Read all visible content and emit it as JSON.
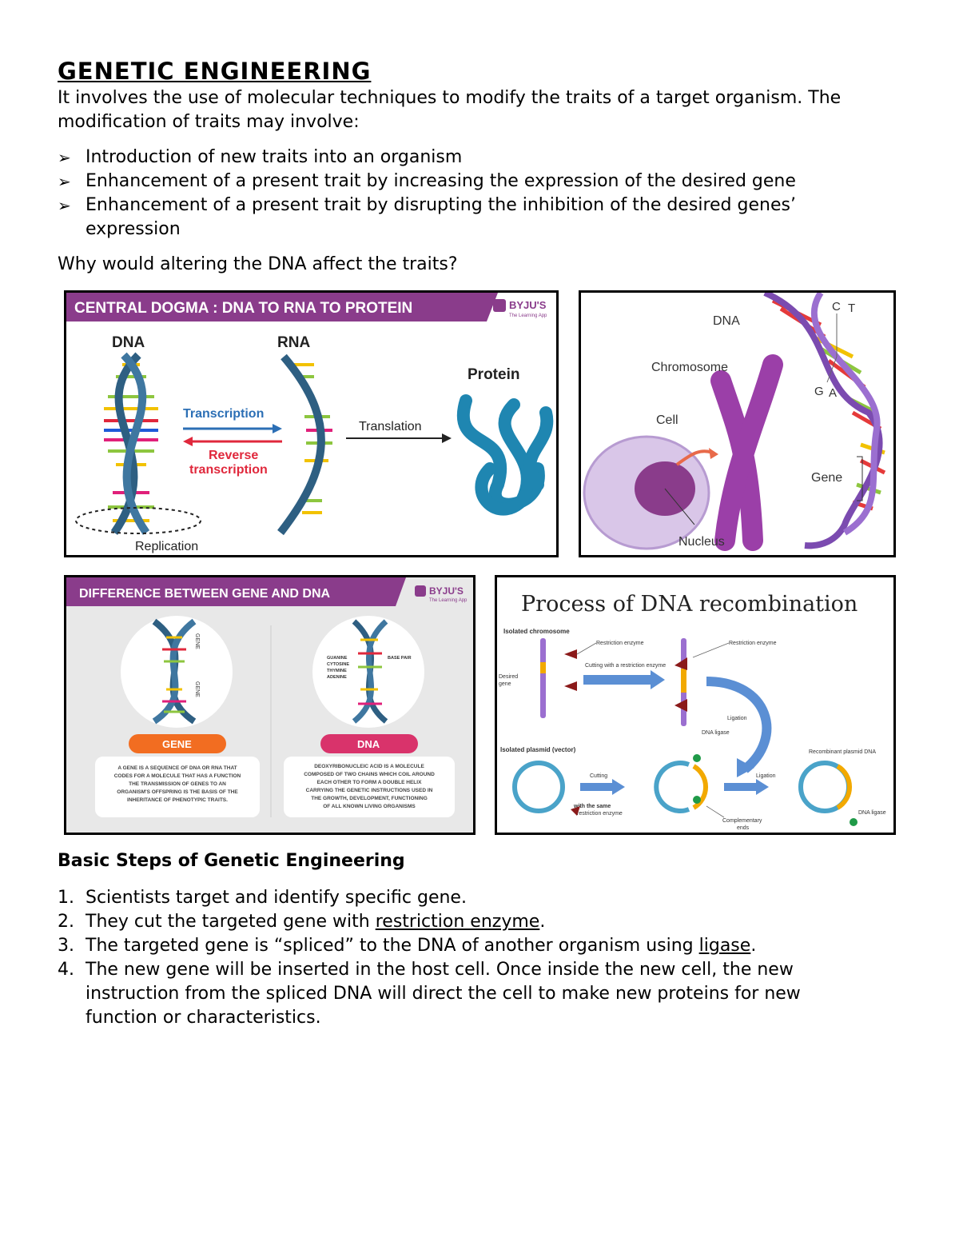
{
  "title": "GENETIC ENGINEERING",
  "intro_line1": "It involves the use of molecular techniques to modify the traits of a target organism. The",
  "intro_line2": "modification of traits may involve:",
  "bullets": [
    "Introduction of new traits into an organism",
    "Enhancement of a present trait by increasing the expression of the desired gene",
    "Enhancement of a present trait by disrupting the inhibition of the desired genes’",
    "expression"
  ],
  "question": "Why would altering the DNA affect the traits?",
  "fig1": {
    "header": "CENTRAL DOGMA : DNA TO RNA TO PROTEIN",
    "logo": "BYJU'S",
    "logo_sub": "The Learning App",
    "dna": "DNA",
    "rna": "RNA",
    "protein": "Protein",
    "transcription": "Transcription",
    "reverse1": "Reverse",
    "reverse2": "transcription",
    "translation": "Translation",
    "replication": "Replication"
  },
  "fig2": {
    "dna": "DNA",
    "chromosome": "Chromosome",
    "cell": "Cell",
    "gene": "Gene",
    "nucleus": "Nucleus",
    "c": "C",
    "t": "T",
    "g": "G",
    "a": "A"
  },
  "fig3": {
    "header": "DIFFERENCE BETWEEN GENE AND DNA",
    "logo": "BYJU'S",
    "logo_sub": "The Learning App",
    "gene_label": "GENE",
    "dna_label": "DNA",
    "gene_vert": "GENE",
    "guanine": "GUANINE",
    "cytosine": "CYTOSINE",
    "thymine": "THYMINE",
    "adenine": "ADENINE",
    "base_pair": "BASE PAIR",
    "gene_text": [
      "A GENE IS A SEQUENCE OF DNA OR RNA THAT",
      "CODES FOR A MOLECULE THAT HAS A FUNCTION",
      "THE TRANSMISSION OF GENES TO AN",
      "ORGANISM'S OFFSPRING IS THE BASIS OF THE",
      "INHERITANCE OF PHENOTYPIC TRAITS."
    ],
    "dna_text": [
      "DEOXYRIBONUCLEIC ACID IS A MOLECULE",
      "COMPOSED OF TWO CHAINS WHICH COIL AROUND",
      "EACH OTHER TO FORM A DOUBLE HELIX",
      "CARRYING THE GENETIC INSTRUCTIONS USED IN",
      "THE GROWTH, DEVELOPMENT, FUNCTIONING",
      "OF ALL KNOWN LIVING ORGANISMS"
    ]
  },
  "fig4": {
    "title": "Process of DNA recombination",
    "isolated_chromosome": "Isolated chromosome",
    "restriction_enzyme": "Restriction enzyme",
    "restriction_enzyme2": "Restriction enzyme",
    "desired": "Desired",
    "gene": "gene",
    "cutting_with": "Cutting with a restriction enzyme",
    "ligation": "Ligation",
    "dna_ligase": "DNA ligase",
    "isolated_plasmid": "Isolated plasmid (vector)",
    "cutting": "Cutting",
    "with_same": "with the same",
    "restriction_enzyme3": "restriction enzyme",
    "ligation2": "Ligation",
    "recombinant": "Recombinant plasmid DNA",
    "complementary": "Complementary",
    "ends": "ends",
    "dna_ligase2": "DNA ligase"
  },
  "steps_title": "Basic Steps of Genetic Engineering",
  "steps": {
    "n1": "1.",
    "s1": "Scientists target and identify specific gene.",
    "n2": "2.",
    "s2a": "They cut the targeted gene with ",
    "s2u": "restriction enzyme",
    "s2b": ".",
    "n3": "3.",
    "s3a": "The targeted gene is “spliced” to the DNA of another organism using ",
    "s3u": "ligase",
    "s3b": ".",
    "n4": "4.",
    "s4a": "The new gene will be inserted in the host cell. Once inside the new cell, the new",
    "s4b": "instruction from the spliced DNA will direct the cell to make new proteins for new",
    "s4c": "function or characteristics."
  },
  "colors": {
    "byjus_purple": "#8a3c8b",
    "helix_blue": "#2e5f82",
    "arrow_blue": "#5b8fd4",
    "red": "#e0283c",
    "chromosome_purple": "#9b3fa8"
  }
}
